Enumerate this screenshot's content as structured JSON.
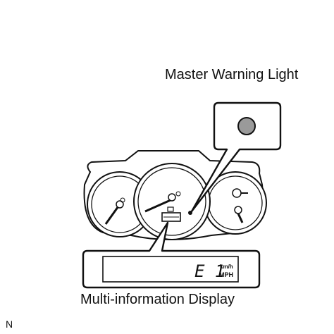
{
  "labels": {
    "master_warning": "Master Warning Light",
    "multi_display": "Multi-information Display",
    "corner": "N"
  },
  "display": {
    "code": "E 1",
    "unit_top": "km/h",
    "unit_bottom": "MPH"
  },
  "colors": {
    "line": "#111111",
    "warning_lamp_fill": "#9a9a9a",
    "panel_fill": "#ffffff",
    "screen_fill": "#ffffff"
  }
}
